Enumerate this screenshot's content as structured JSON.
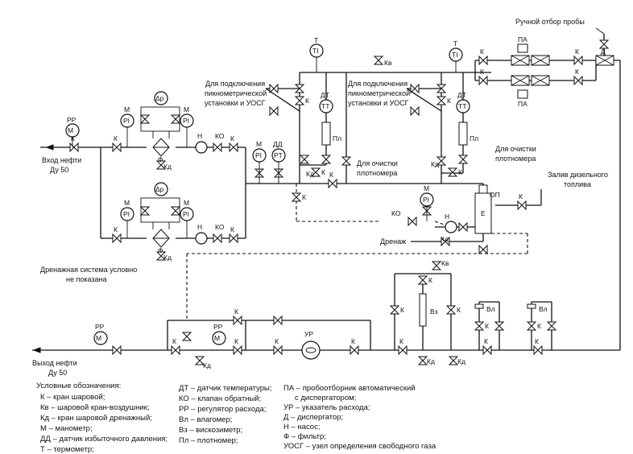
{
  "labels": {
    "inlet": "Вход нефти",
    "inlet_du": "Ду 50",
    "outlet": "Выход нефти",
    "outlet_du": "Ду 50",
    "manual_sample": "Ручной отбор пробы",
    "connect1": "Для подключения",
    "connect2": "пикнометрической",
    "connect3": "установки и УОСГ",
    "clean1": "Для очистки",
    "clean2": "плотномера",
    "diesel1": "Залив дизельного",
    "diesel2": "топлива",
    "drain": "Дренаж",
    "drain_note1": "Дренажная система условно",
    "drain_note2": "не показана"
  },
  "tags": {
    "K": "К",
    "Ka": "Кв",
    "Kd": "Кд",
    "KO": "КО",
    "M": "М",
    "RR": "РР",
    "DD": "ДД",
    "T": "Т",
    "DT": "ДТ",
    "PA": "ПА",
    "D": "Д",
    "N": "Н",
    "F": "Ф",
    "Pl": "Пл",
    "Vl": "Вл",
    "Vz": "Вз",
    "UR": "УР",
    "OP": "ОП",
    "E": "Е",
    "PI": "PI",
    "TI": "TI",
    "TT": "TT",
    "PT": "PT",
    "dP": "Δp",
    "Ka2": "Кв"
  },
  "legend": {
    "title": "Условные обозначения:",
    "col1": [
      "К – кран шаровой;",
      "Кв – шаровой кран-воздушник;",
      "Кд – кран шаровой дренажный;",
      "М – манометр;",
      "ДД – датчик избыточного давления;",
      "Т – термометр;"
    ],
    "col2": [
      "ДТ – датчик температуры;",
      "КО – клапан обратный;",
      "РР – регулятор расхода;",
      "Вл – влагомер;",
      "Вз – вискозиметр;",
      "Пл – плотномер;"
    ],
    "col3": [
      "ПА – пробоотборник автоматический",
      "с диспергатором;",
      "УР – указатель расхода;",
      "Д – диспергатор;",
      "Н – насос;",
      "Ф – фильтр;",
      "УОСГ – узел определения свободного газа"
    ]
  }
}
